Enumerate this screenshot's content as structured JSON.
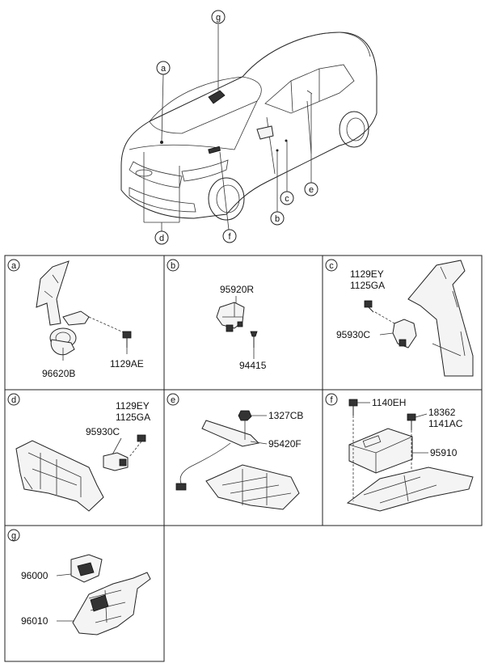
{
  "overview": {
    "callouts": [
      "g",
      "a",
      "c",
      "e",
      "b",
      "f",
      "d"
    ]
  },
  "panels": {
    "a": {
      "letter": "a",
      "parts": [
        "96620B",
        "1129AE"
      ]
    },
    "b": {
      "letter": "b",
      "parts": [
        "95920R",
        "94415"
      ]
    },
    "c": {
      "letter": "c",
      "parts": [
        "1129EY",
        "1125GA",
        "95930C"
      ]
    },
    "d": {
      "letter": "d",
      "parts": [
        "1129EY",
        "1125GA",
        "95930C"
      ]
    },
    "e": {
      "letter": "e",
      "parts": [
        "1327CB",
        "95420F"
      ]
    },
    "f": {
      "letter": "f",
      "parts": [
        "1140EH",
        "18362",
        "1141AC",
        "95910"
      ]
    },
    "g": {
      "letter": "g",
      "parts": [
        "96000",
        "96010"
      ]
    }
  }
}
